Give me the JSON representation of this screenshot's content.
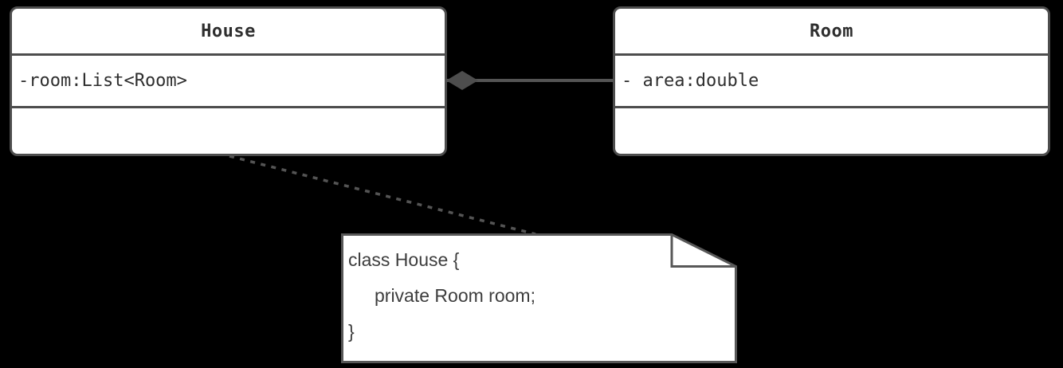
{
  "diagram": {
    "type": "uml-class-diagram",
    "colors": {
      "background": "#000000",
      "shape_fill": "#ffffff",
      "shape_border": "#4d4d4d",
      "connector": "#545454",
      "class_text": "#2e2e2e",
      "note_text": "#3d3d3d"
    },
    "classes": [
      {
        "name": "House",
        "attributes": [
          "-room:List<Room>"
        ],
        "methods": []
      },
      {
        "name": "Room",
        "attributes": [
          "- area:double"
        ],
        "methods": []
      }
    ],
    "relationships": [
      {
        "type": "composition",
        "owner": "House",
        "part": "Room"
      }
    ],
    "note": {
      "attached_to": "House",
      "lines": [
        "class House {",
        "private Room room;",
        "}"
      ]
    }
  }
}
